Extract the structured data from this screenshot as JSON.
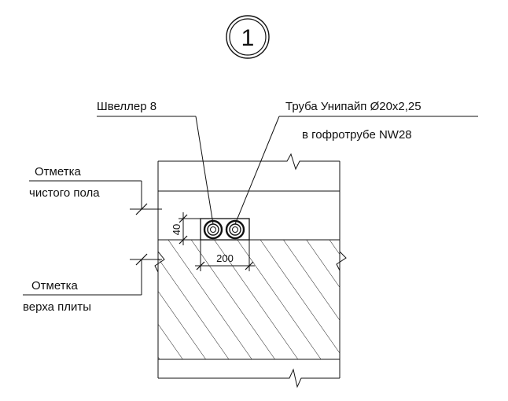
{
  "detail": {
    "number": "1"
  },
  "labels": {
    "channel": "Швеллер 8",
    "pipe_line1": "Труба Унипайп Ø20x2,25",
    "pipe_line2": "в гофротрубе NW28",
    "floor_mark_line1": "Отметка",
    "floor_mark_line2": "чистого пола",
    "slab_mark_line1": "Отметка",
    "slab_mark_line2": "верха плиты"
  },
  "dimensions": {
    "height": "40",
    "width": "200"
  }
}
